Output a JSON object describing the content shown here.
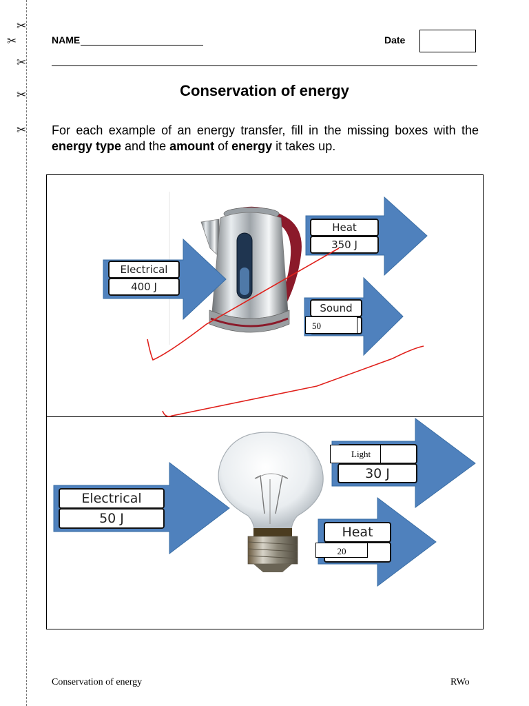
{
  "header": {
    "name_label": "NAME",
    "date_label": "Date"
  },
  "title": "Conservation of energy",
  "instructions": {
    "part1": "For each example of an energy transfer, fill in the missing boxes with the ",
    "bold1": "energy type",
    "part2": " and the ",
    "bold2": "amount",
    "part3": " of ",
    "bold3": "energy",
    "part4": " it takes up."
  },
  "kettle": {
    "input_type": "Electrical",
    "input_amount": "400 J",
    "output1_type": "Heat",
    "output1_amount": "350 J",
    "output2_type": "Sound",
    "output2_amount": "50"
  },
  "bulb": {
    "input_type": "Electrical",
    "input_amount": "50 J",
    "output1_type": "Light",
    "output1_amount": "30 J",
    "output2_type": "Heat",
    "output2_amount": "20"
  },
  "footer": {
    "left": "Conservation of energy",
    "right": "RWo"
  },
  "colors": {
    "arrow_blue": "#4f81bd",
    "arrow_edge": "#3a6ea5",
    "annotation_red": "#e0201b"
  },
  "icons": [
    "scissors-icon",
    "kettle-illustration",
    "light-bulb-illustration"
  ]
}
